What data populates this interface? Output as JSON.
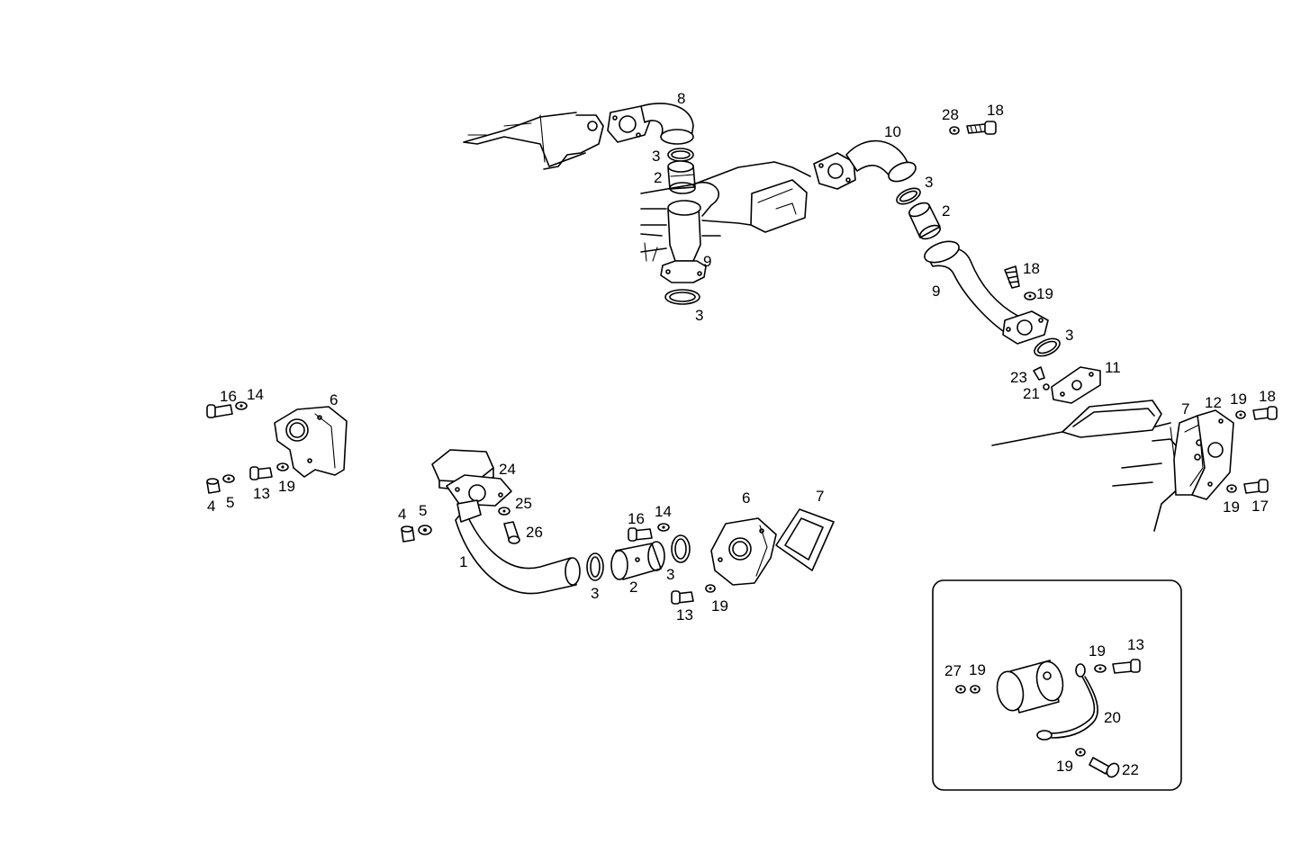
{
  "callouts": [
    {
      "id": "c8",
      "text": "8"
    },
    {
      "id": "c3a",
      "text": "3"
    },
    {
      "id": "c2a",
      "text": "2"
    },
    {
      "id": "c9a",
      "text": "9"
    },
    {
      "id": "c3b",
      "text": "3"
    },
    {
      "id": "c10",
      "text": "10"
    },
    {
      "id": "c28",
      "text": "28"
    },
    {
      "id": "c18a",
      "text": "18"
    },
    {
      "id": "c3c",
      "text": "3"
    },
    {
      "id": "c2b",
      "text": "2"
    },
    {
      "id": "c18b",
      "text": "18"
    },
    {
      "id": "c19a",
      "text": "19"
    },
    {
      "id": "c9b",
      "text": "9"
    },
    {
      "id": "c3d",
      "text": "3"
    },
    {
      "id": "c11",
      "text": "11"
    },
    {
      "id": "c23",
      "text": "23"
    },
    {
      "id": "c21",
      "text": "21"
    },
    {
      "id": "c7a",
      "text": "7"
    },
    {
      "id": "c12",
      "text": "12"
    },
    {
      "id": "c19b",
      "text": "19"
    },
    {
      "id": "c18c",
      "text": "18"
    },
    {
      "id": "c19c",
      "text": "19"
    },
    {
      "id": "c17",
      "text": "17"
    },
    {
      "id": "c16a",
      "text": "16"
    },
    {
      "id": "c14a",
      "text": "14"
    },
    {
      "id": "c6a",
      "text": "6"
    },
    {
      "id": "c4a",
      "text": "4"
    },
    {
      "id": "c5a",
      "text": "5"
    },
    {
      "id": "c13a",
      "text": "13"
    },
    {
      "id": "c19d",
      "text": "19"
    },
    {
      "id": "c24",
      "text": "24"
    },
    {
      "id": "c25",
      "text": "25"
    },
    {
      "id": "c26",
      "text": "26"
    },
    {
      "id": "c4b",
      "text": "4"
    },
    {
      "id": "c5b",
      "text": "5"
    },
    {
      "id": "c1",
      "text": "1"
    },
    {
      "id": "c3e",
      "text": "3"
    },
    {
      "id": "c2c",
      "text": "2"
    },
    {
      "id": "c16b",
      "text": "16"
    },
    {
      "id": "c14b",
      "text": "14"
    },
    {
      "id": "c3f",
      "text": "3"
    },
    {
      "id": "c6b",
      "text": "6"
    },
    {
      "id": "c7b",
      "text": "7"
    },
    {
      "id": "c13b",
      "text": "13"
    },
    {
      "id": "c19e",
      "text": "19"
    },
    {
      "id": "c27",
      "text": "27"
    },
    {
      "id": "c19f",
      "text": "19"
    },
    {
      "id": "c19g",
      "text": "19"
    },
    {
      "id": "c13c",
      "text": "13"
    },
    {
      "id": "c20",
      "text": "20"
    },
    {
      "id": "c19h",
      "text": "19"
    },
    {
      "id": "c22",
      "text": "22"
    }
  ]
}
